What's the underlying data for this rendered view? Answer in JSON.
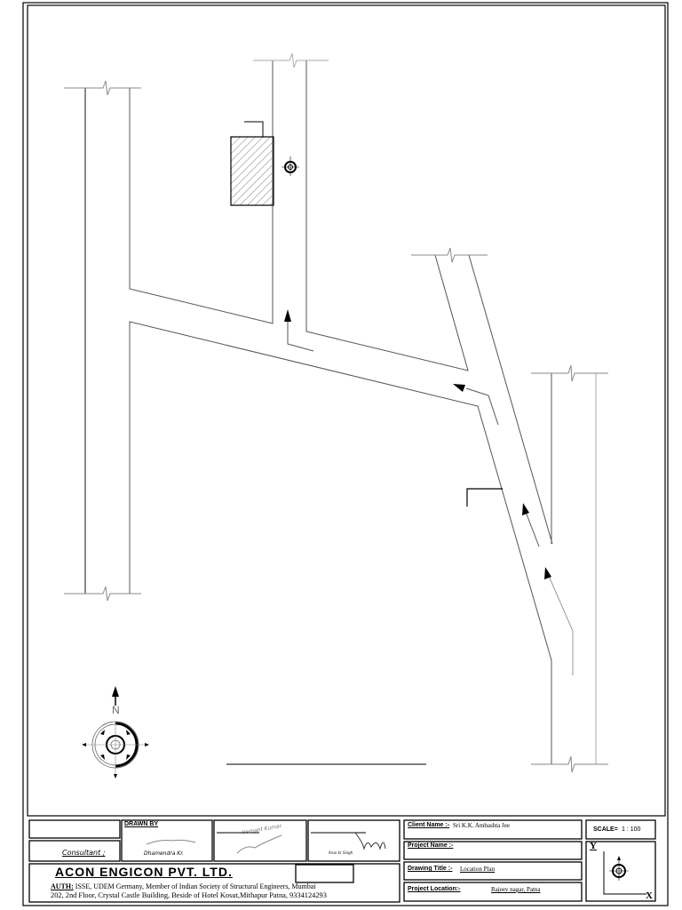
{
  "title_block": {
    "consultant_label": "Consultant ;",
    "drawn_by_label": "DRAWN BY",
    "drawn_by_name": "Dhamendra Kr.",
    "checked_by_name": "Hemant Kumar",
    "approved_by_name": "Arun kr Singh",
    "company_name": "ACON ENGICON PVT. LTD.",
    "auth_label": "AUTH:",
    "auth_text": "ISSE, UDEM Germany, Member of Indian Society of Structural Engineers, Mumbai",
    "address": "202, 2nd Floor, Crystal Castle Building, Beside of  Hotel Kosut,Mithapur Patna, 9334124293",
    "client_name_label": "Client Name :-",
    "client_name": "Sri K.K. Ambashta Jee",
    "project_name_label": "Project Name :-",
    "project_name": "",
    "drawing_title_label": "Drawing Title :-",
    "drawing_title": "Location Plan",
    "project_location_label": "Project Location:-",
    "project_location": "Rajeev nagar, Patna",
    "scale_label": "SCALE=",
    "scale_value": "1 : 100",
    "axis_y": "Y",
    "axis_x": "X"
  },
  "north_arrow": {
    "label": "N"
  },
  "icons": [
    "north-arrow-compass-icon",
    "small-compass-icon",
    "direction-arrow-icon",
    "break-line-icon"
  ]
}
